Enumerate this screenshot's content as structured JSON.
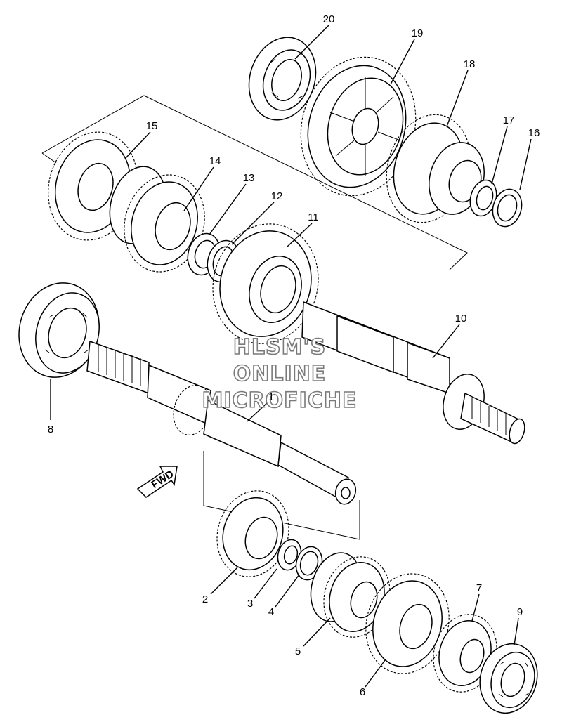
{
  "callouts": [
    {
      "id": "1",
      "text": "1"
    },
    {
      "id": "2",
      "text": "2"
    },
    {
      "id": "3",
      "text": "3"
    },
    {
      "id": "4",
      "text": "4"
    },
    {
      "id": "5",
      "text": "5"
    },
    {
      "id": "6",
      "text": "6"
    },
    {
      "id": "7",
      "text": "7"
    },
    {
      "id": "8",
      "text": "8"
    },
    {
      "id": "9",
      "text": "9"
    },
    {
      "id": "10",
      "text": "10"
    },
    {
      "id": "11",
      "text": "11"
    },
    {
      "id": "12",
      "text": "12"
    },
    {
      "id": "13",
      "text": "13"
    },
    {
      "id": "14",
      "text": "14"
    },
    {
      "id": "15",
      "text": "15"
    },
    {
      "id": "16",
      "text": "16"
    },
    {
      "id": "17",
      "text": "17"
    },
    {
      "id": "18",
      "text": "18"
    },
    {
      "id": "19",
      "text": "19"
    },
    {
      "id": "20",
      "text": "20"
    }
  ],
  "direction_arrow": {
    "text": "FWD"
  },
  "watermark": {
    "line1": "HLSM'S",
    "line2": "ONLINE",
    "line3": "MICROFICHE"
  }
}
